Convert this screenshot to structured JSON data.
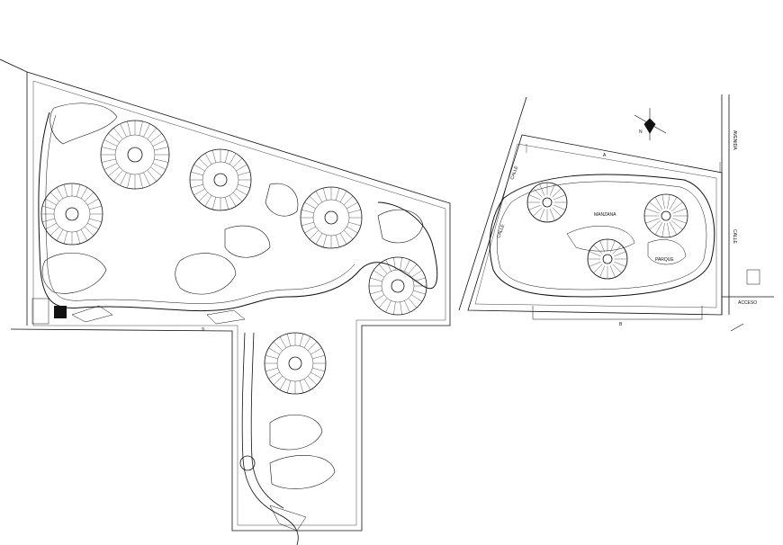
{
  "drawing": {
    "labels": {
      "north_mark": "N",
      "right_road": "AVENIDA",
      "right_road_2": "CALLE",
      "bottom_dim": "B",
      "top_dim": "A",
      "street_left_1": "CALLE",
      "street_left_2": "CALLE",
      "inner_1": "MANZANA",
      "inner_2": "PARQUE",
      "inner_3": "ACCESO",
      "left_plan_gate": "9"
    },
    "stroke_color": "#111111",
    "background_color": "#ffffff"
  }
}
